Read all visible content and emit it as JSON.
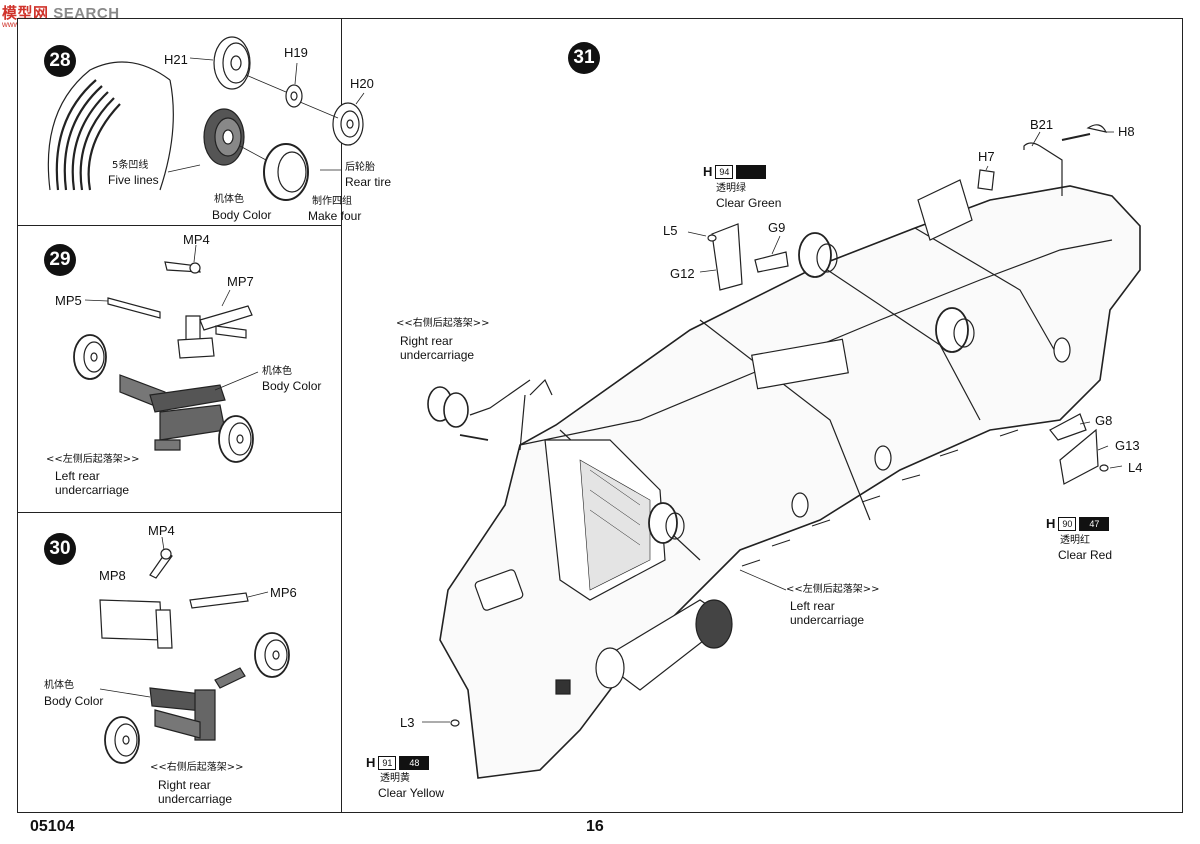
{
  "watermark": {
    "text_a": "模型网",
    "text_b": "SEARCH",
    "url": "www.hobbyshop.com"
  },
  "steps": {
    "s28": {
      "number": "28",
      "parts": [
        "H21",
        "H19",
        "H20"
      ],
      "five_lines_cn": "5条凹线",
      "five_lines_en": "Five lines",
      "body_color_cn": "机体色",
      "body_color_en": "Body Color",
      "rear_tire_cn": "后轮胎",
      "rear_tire_en": "Rear tire",
      "make_four_cn": "制作四组",
      "make_four_en": "Make four"
    },
    "s29": {
      "number": "29",
      "parts": [
        "MP4",
        "MP7",
        "MP5"
      ],
      "body_color_cn": "机体色",
      "body_color_en": "Body Color",
      "caption_cn": "<<左侧后起落架>>",
      "caption_en_1": "Left rear",
      "caption_en_2": "undercarriage"
    },
    "s30": {
      "number": "30",
      "parts": [
        "MP4",
        "MP8",
        "MP6"
      ],
      "body_color_cn": "机体色",
      "body_color_en": "Body Color",
      "caption_cn": "<<右侧后起落架>>",
      "caption_en_1": "Right rear",
      "caption_en_2": "undercarriage"
    },
    "s31": {
      "number": "31",
      "parts": [
        "B21",
        "H8",
        "H7",
        "L5",
        "G9",
        "G12",
        "G8",
        "G13",
        "L4",
        "L3"
      ],
      "right_rear_cn": "<<右侧后起落架>>",
      "right_rear_en_1": "Right rear",
      "right_rear_en_2": "undercarriage",
      "left_rear_cn": "<<左侧后起落架>>",
      "left_rear_en_1": "Left rear",
      "left_rear_en_2": "undercarriage",
      "paint_green": {
        "h": "H",
        "code": "94",
        "cn": "透明绿",
        "en": "Clear Green"
      },
      "paint_red": {
        "h": "H",
        "code_a": "90",
        "code_b": "47",
        "cn": "透明红",
        "en": "Clear Red"
      },
      "paint_yellow": {
        "h": "H",
        "code_a": "91",
        "code_b": "48",
        "cn": "透明黄",
        "en": "Clear Yellow"
      }
    }
  },
  "footer": {
    "code": "05104",
    "page": "16"
  }
}
